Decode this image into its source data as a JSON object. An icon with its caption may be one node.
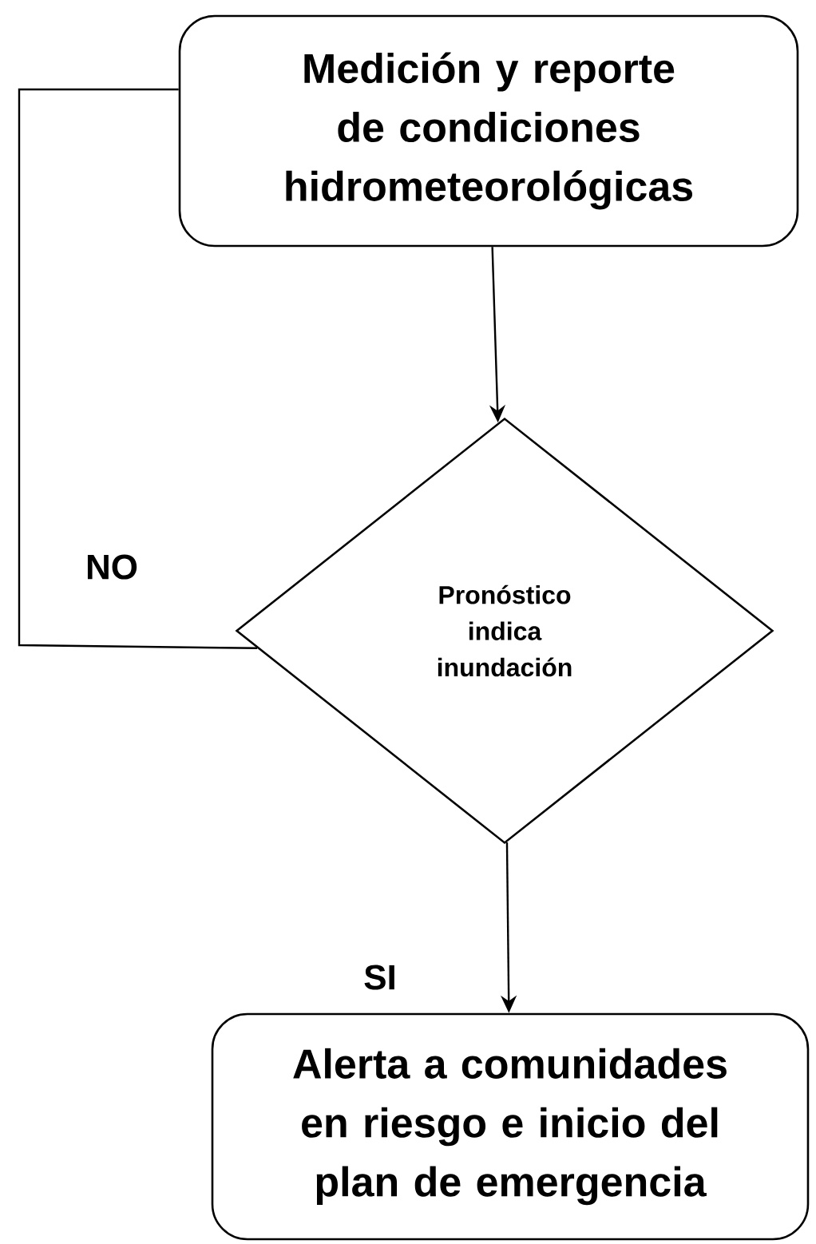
{
  "diagram": {
    "nodes": [
      {
        "text": [
          "Medición y reporte de condiciones hidrometeorológicas"
        ]
      },
      {
        "text": [
          "Pronóstico indica inundación"
        ]
      },
      {
        "text": [
          "Alerta a comunidades en riesgo e inicio del plan de emergencia"
        ]
      }
    ],
    "edges": [
      {
        "from": 0,
        "to": 1,
        "arrow": "to"
      },
      {
        "from": 1,
        "to": 2,
        "arrow": "to",
        "label": "SI"
      },
      {
        "from": 1,
        "to": 0,
        "arrow": "none",
        "label": "NO"
      }
    ]
  }
}
